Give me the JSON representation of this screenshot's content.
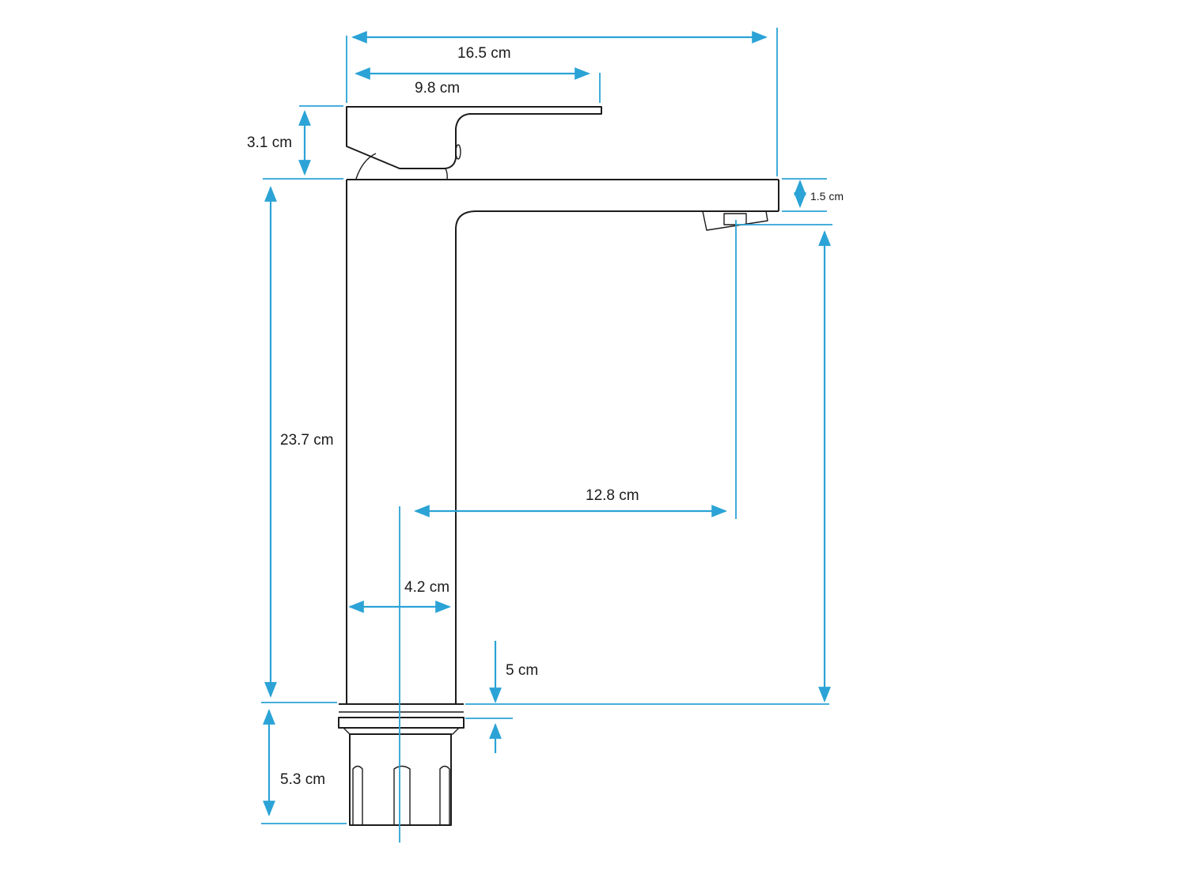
{
  "diagram": {
    "dimensions": {
      "total_width": "16.5 cm",
      "handle_length": "9.8 cm",
      "handle_height": "3.1 cm",
      "spout_thickness": "1.5 cm",
      "body_height": "23.7 cm",
      "spout_reach": "12.8 cm",
      "body_width": "4.2 cm",
      "base_height": "5 cm",
      "connector_length": "5.3 cm"
    },
    "colors": {
      "dimension_lines": "#2ba3d6",
      "outline": "#1c1c1c",
      "text": "#1a1a1a",
      "background": "#ffffff"
    }
  }
}
